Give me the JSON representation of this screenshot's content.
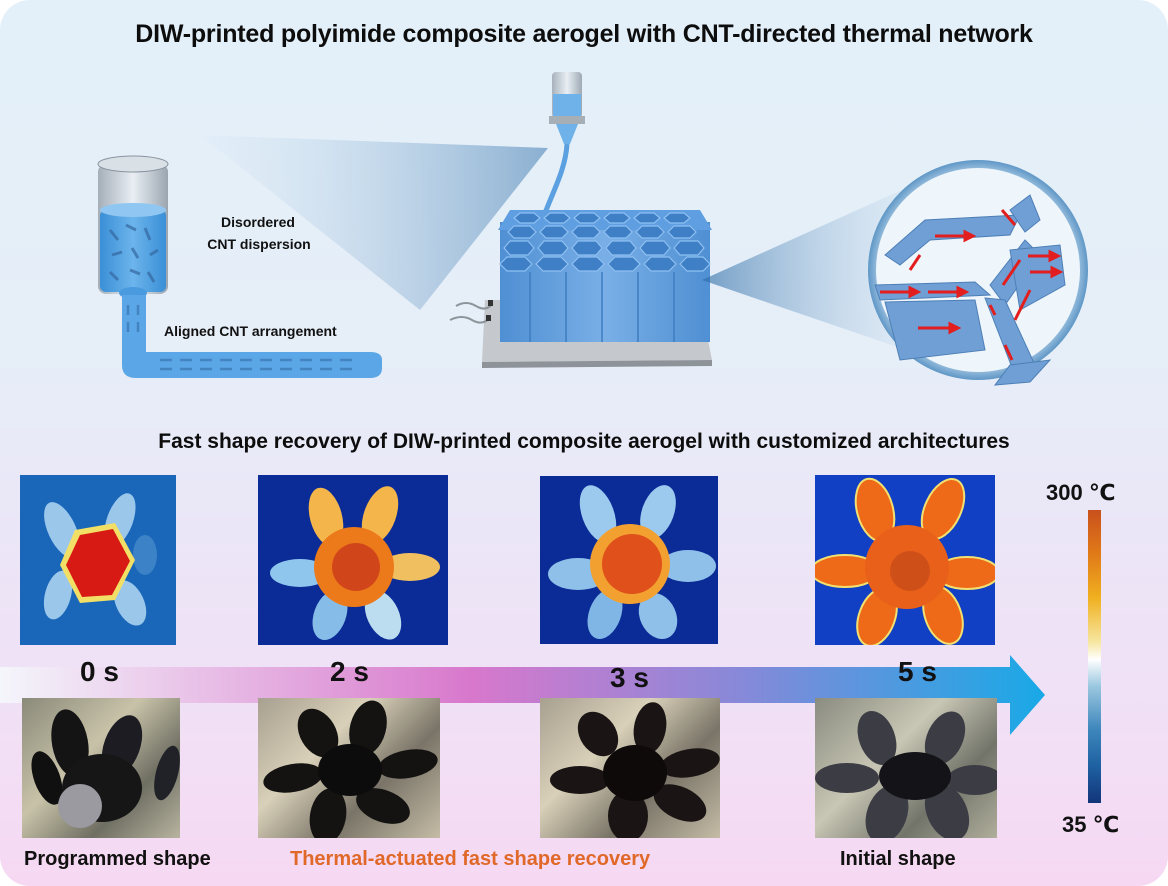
{
  "figure": {
    "title": "DIW-printed polyimide composite aerogel with CNT-directed thermal network",
    "subtitle": "Fast shape recovery of DIW-printed composite aerogel with customized architectures"
  },
  "top_schematic": {
    "syringe_label_line1": "Disordered",
    "syringe_label_line2": "CNT dispersion",
    "nozzle_label": "Aligned CNT arrangement",
    "printer_object": "honeycomb-aerogel-on-heated-plate",
    "zoom_inset": "CNT-directed-thermal-network"
  },
  "timeline": {
    "frames": [
      {
        "time": "0 s"
      },
      {
        "time": "2 s"
      },
      {
        "time": "3 s"
      },
      {
        "time": "5 s"
      }
    ],
    "arrow_colors": [
      "#f4f6fb",
      "#d878cc",
      "#19a9e6"
    ]
  },
  "colorbar": {
    "max_label": "300 ℃",
    "min_label": "35 ℃",
    "max_value": 300,
    "min_value": 35,
    "unit": "℃"
  },
  "bottom_labels": {
    "programmed": "Programmed shape",
    "recovery": "Thermal-actuated fast shape recovery",
    "initial": "Initial shape",
    "recovery_color": "#e0692a"
  }
}
